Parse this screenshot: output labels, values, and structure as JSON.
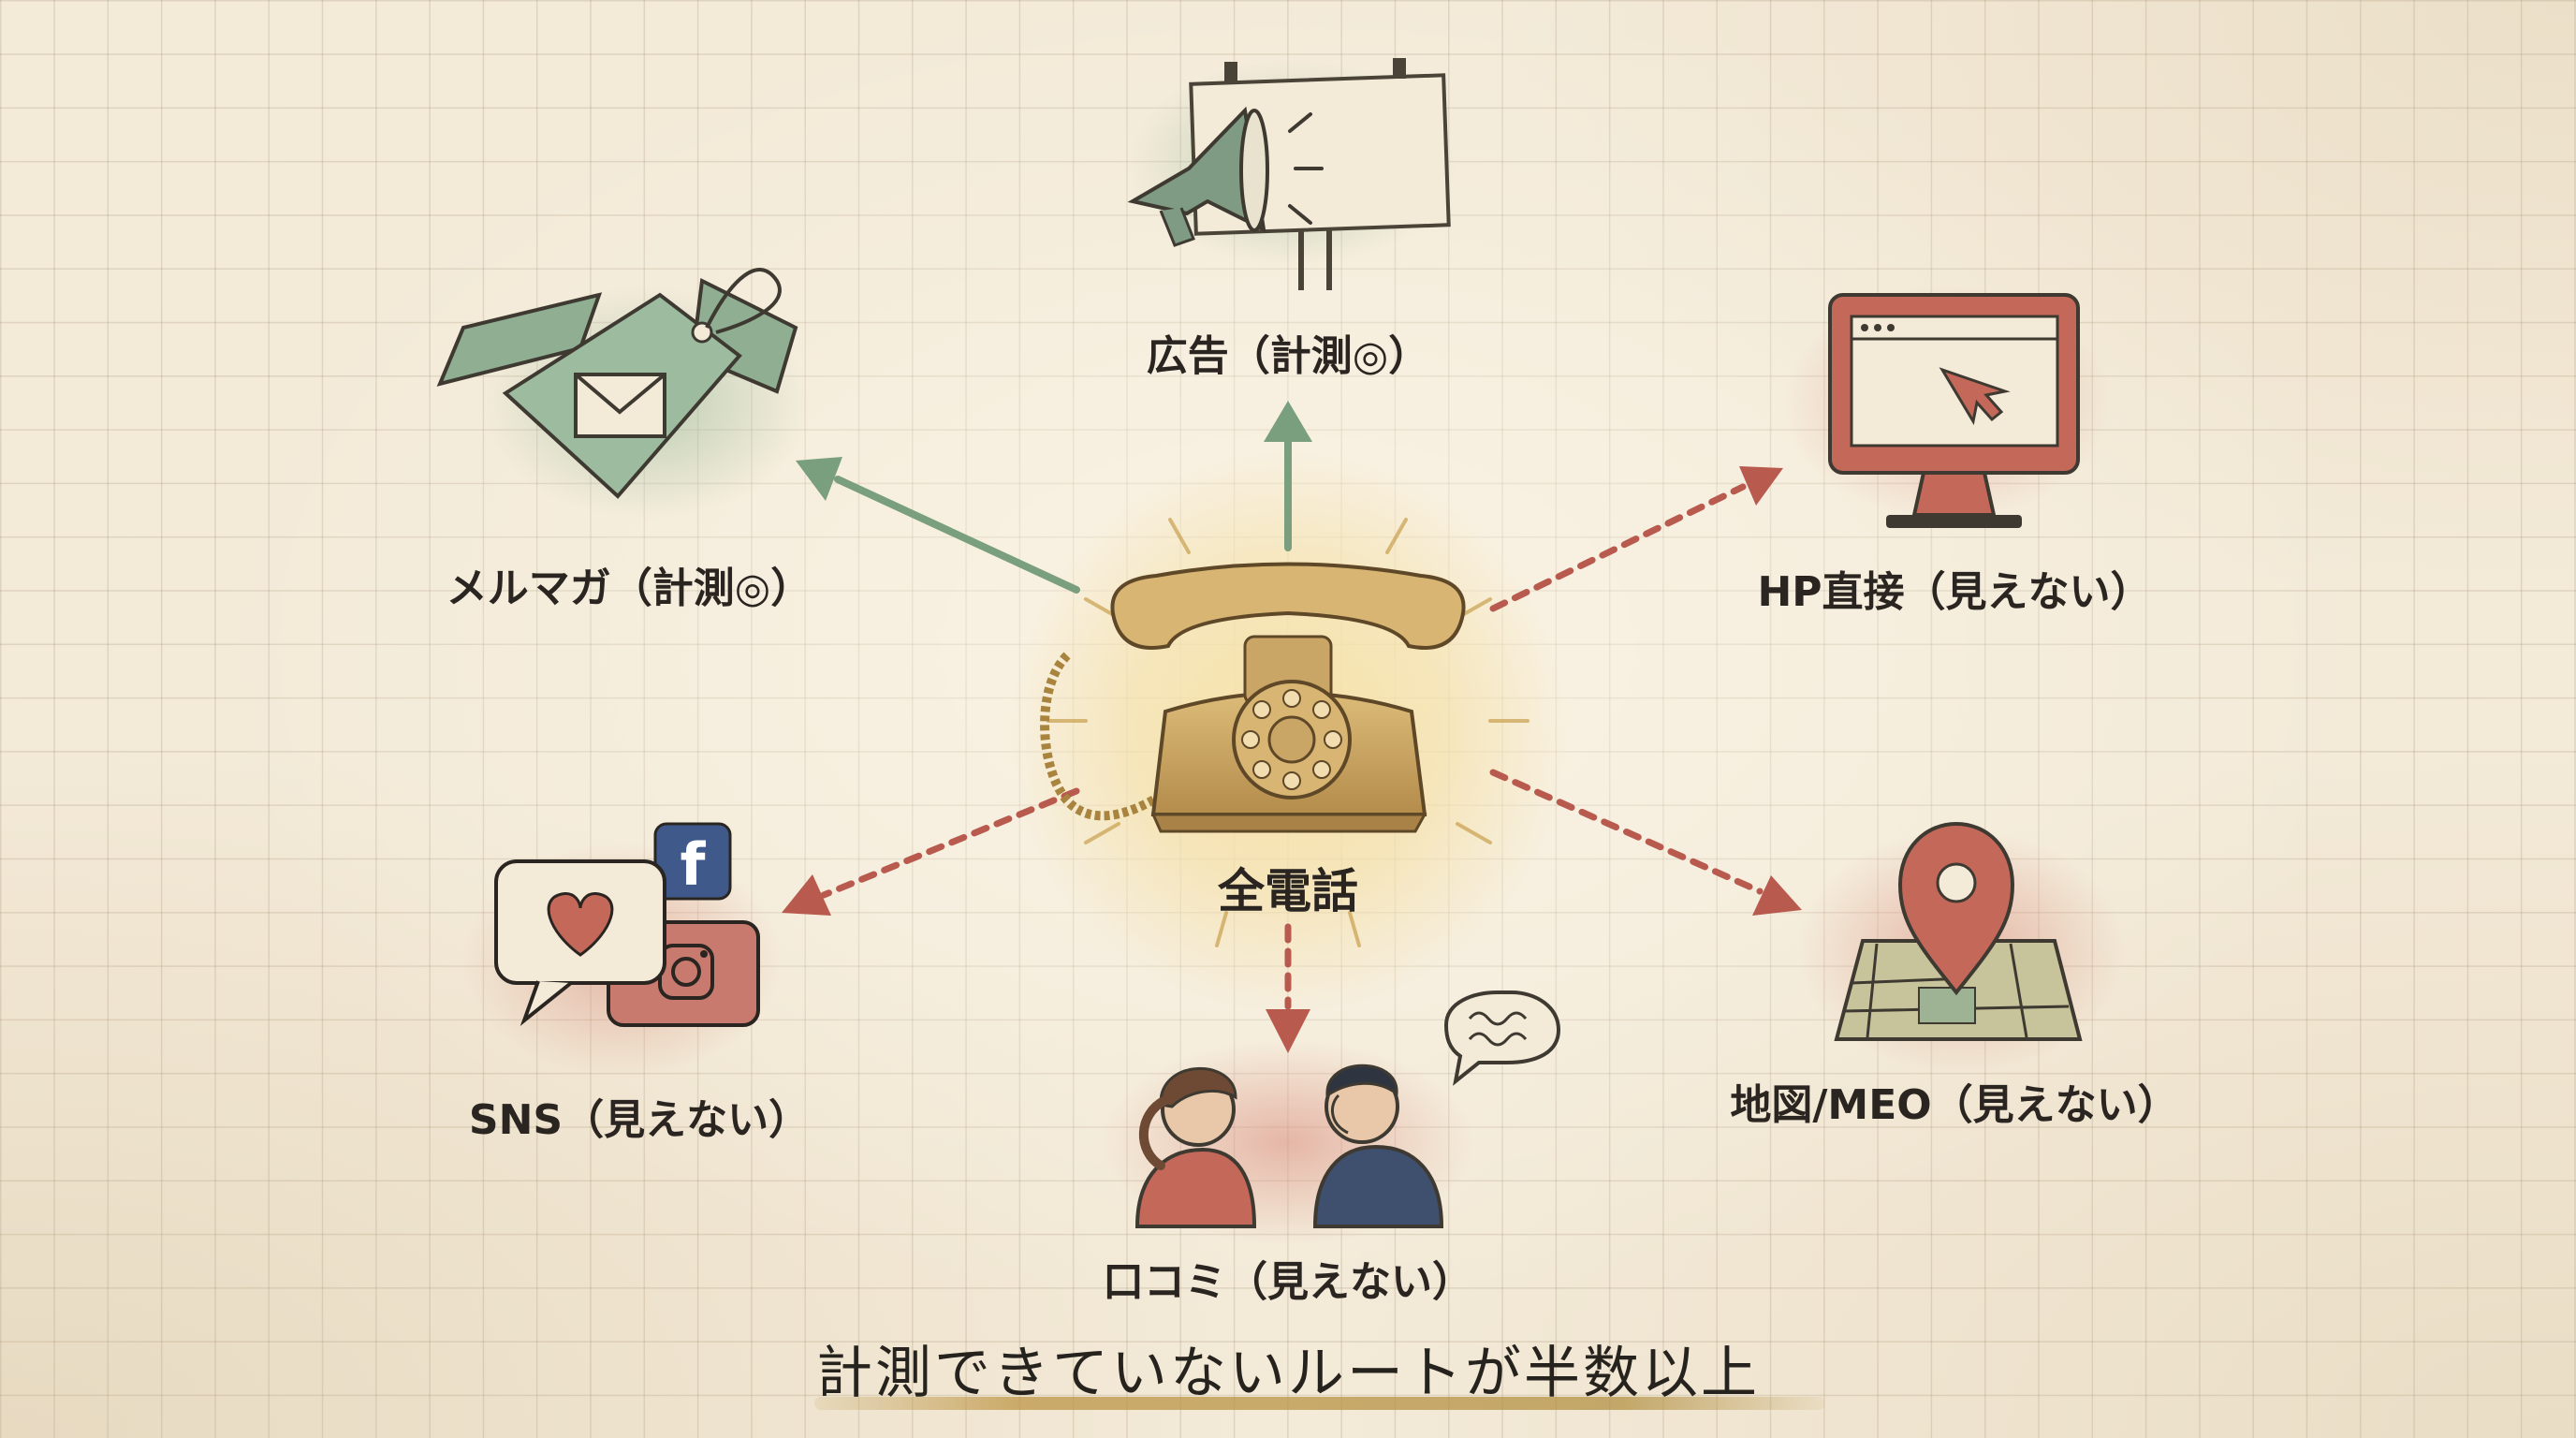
{
  "center": {
    "label": "全電話",
    "icon": "rotary-phone-icon"
  },
  "nodes": [
    {
      "id": "ad",
      "label": "広告（計測◎）",
      "icon": "megaphone-billboard-icon",
      "visibility": "measured",
      "color": "#7a9f7e"
    },
    {
      "id": "mail",
      "label": "メルマガ（計測◎）",
      "icon": "mail-tag-icon",
      "visibility": "measured",
      "color": "#7a9f7e"
    },
    {
      "id": "hp",
      "label": "HP直接（見えない）",
      "icon": "monitor-cursor-icon",
      "visibility": "hidden",
      "color": "#b85a4e"
    },
    {
      "id": "sns",
      "label": "SNS（見えない）",
      "icon": "social-chat-icon",
      "visibility": "hidden",
      "color": "#b85a4e"
    },
    {
      "id": "map",
      "label": "地図/MEO（見えない）",
      "icon": "map-pin-icon",
      "visibility": "hidden",
      "color": "#b85a4e"
    },
    {
      "id": "wom",
      "label": "口コミ（見えない）",
      "icon": "whispering-people-icon",
      "visibility": "hidden",
      "color": "#b85a4e"
    }
  ],
  "caption": "計測できていないルートが半数以上",
  "colors": {
    "measured": "#7a9f7e",
    "hidden": "#b85a4e",
    "paper": "#f3ead8",
    "phone": "#c9a566"
  }
}
